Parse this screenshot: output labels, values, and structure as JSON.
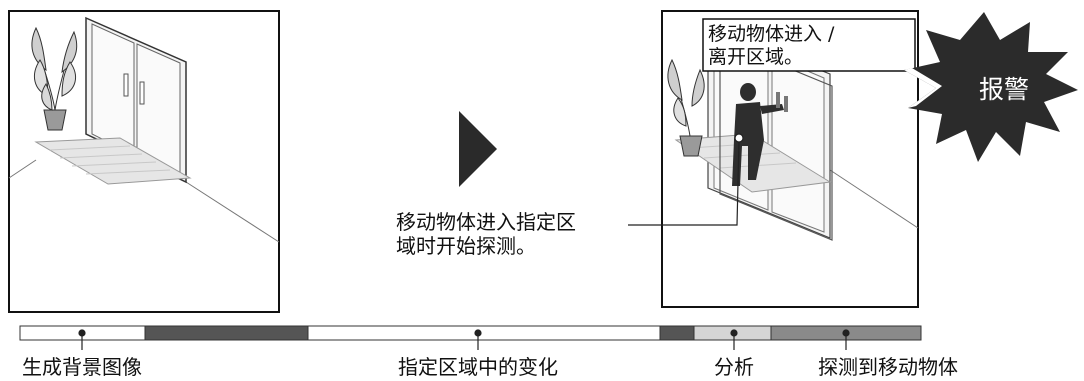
{
  "callouts": {
    "detect_start_line1": "移动物体进入指定区",
    "detect_start_line2": "域时开始探测。",
    "enter_leave_line1": "移动物体进入 /",
    "enter_leave_line2": "离开区域。",
    "alarm": "报警"
  },
  "timeline": {
    "labels": [
      "生成背景图像",
      "指定区域中的变化",
      "分析",
      "探测到移动物体"
    ]
  },
  "colors": {
    "dark_gray": "#555555",
    "light_gray": "#d5d5d5",
    "mid_gray": "#8a8a8a",
    "arrow": "#2a2a2a",
    "burst": "#2b2b2b"
  }
}
